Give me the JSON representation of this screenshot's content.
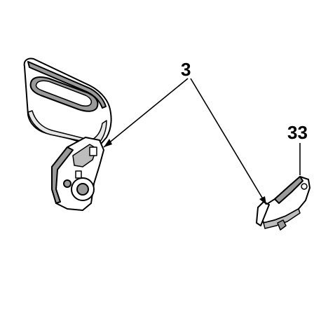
{
  "callouts": {
    "part_3": "3",
    "part_33": "33"
  },
  "colors": {
    "line": "#000000",
    "part_fill": "#ffffff",
    "part_shade": "#9a9a9a",
    "background": "#ffffff"
  },
  "icons": {
    "hand_guard": "chainsaw-front-hand-guard",
    "brake_lever": "chain-brake-lever"
  }
}
